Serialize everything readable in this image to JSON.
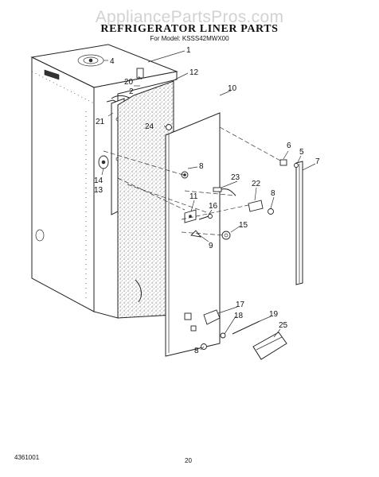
{
  "watermark": "AppliancePartsPros.com",
  "title": "REFRIGERATOR LINER PARTS",
  "model": "For Model: KSSS42MWX00",
  "footer": {
    "doc_number": "4361001",
    "page_number": "20"
  },
  "callouts": {
    "c1": "1",
    "c2": "2",
    "c4": "4",
    "c5": "5",
    "c6": "6",
    "c7": "7",
    "c8a": "8",
    "c8b": "8",
    "c8c": "8",
    "c9": "9",
    "c10": "10",
    "c11": "11",
    "c12": "12",
    "c13": "13",
    "c14": "14",
    "c15": "15",
    "c16": "16",
    "c17": "17",
    "c18": "18",
    "c19": "19",
    "c20": "20",
    "c21": "21",
    "c22": "22",
    "c23": "23",
    "c24": "24",
    "c25": "25"
  }
}
